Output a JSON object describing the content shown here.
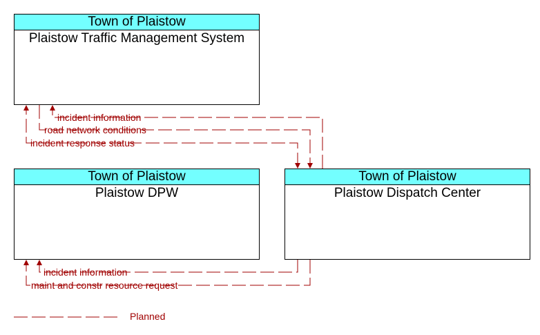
{
  "nodes": {
    "tms": {
      "owner": "Town of Plaistow",
      "name": "Plaistow Traffic Management System"
    },
    "dpw": {
      "owner": "Town of Plaistow",
      "name": "Plaistow DPW"
    },
    "dispatch": {
      "owner": "Town of Plaistow",
      "name": "Plaistow Dispatch Center"
    }
  },
  "flows": [
    {
      "label": "incident information"
    },
    {
      "label": "road network conditions"
    },
    {
      "label": "incident response status"
    },
    {
      "label": "incident information"
    },
    {
      "label": "maint and constr resource request"
    }
  ],
  "legend": {
    "label": "Planned"
  },
  "colors": {
    "header": "#73ffff",
    "flow": "#a00000",
    "border": "#000000"
  }
}
